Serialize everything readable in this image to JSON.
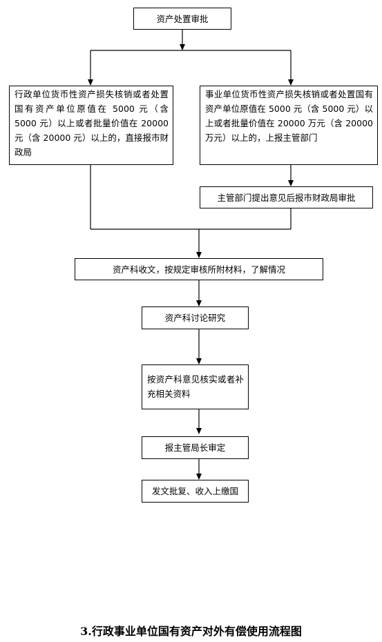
{
  "nodes": {
    "start": "资产处置审批",
    "admin_branch": "行政单位货币性资产损失核销或者处置国有资产单位原值在 5000 元（含 5000 元）以上或者批量价值在 20000 元（含 20000 元）以上的，直接报市财政局",
    "institution_branch": "事业单位货币性资产损失核销或者处置国有资产单位原值在 5000 元（含 5000 元）以上或者批量价值在 20000 万元（含 20000 万元）以上的，上报主管部门",
    "dept_review": "主管部门提出意见后报市财政局审批",
    "receive": "资产科收文，按规定审核所附材料，了解情况",
    "discuss": "资产科讨论研究",
    "verify": "按资产科意见核实或者补充相关资料",
    "director": "报主管局长审定",
    "issue": "发文批复、收入上缴国"
  },
  "caption": "3.行政事业单位国有资产对外有偿使用流程图"
}
